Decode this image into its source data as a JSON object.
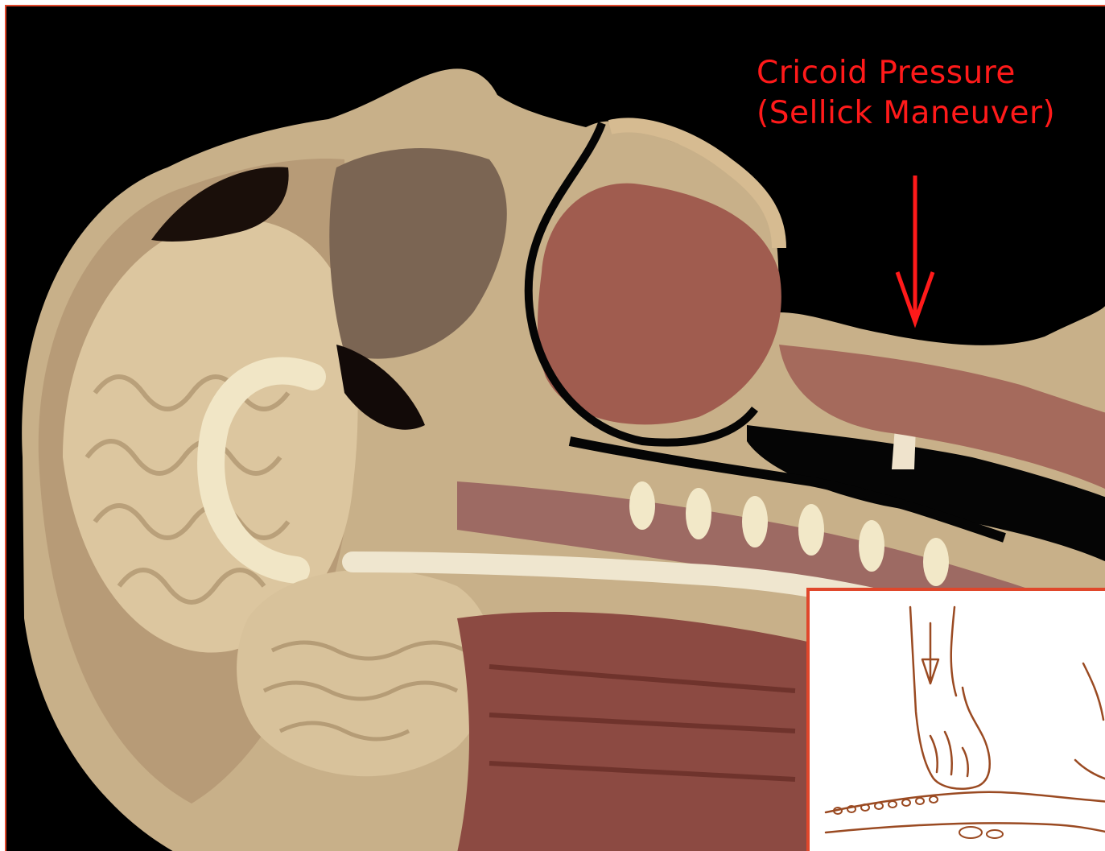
{
  "caption": {
    "line1": "Cricoid Pressure",
    "line2": "(Sellick  Maneuver)"
  },
  "image": {
    "subject": "sagittal-head-neck-section",
    "inset": "hand-applying-cricoid-pressure-drawing"
  },
  "colors": {
    "background": "#000000",
    "frame": "#e0472b",
    "caption": "#ff1a1a",
    "brain": "#d9c29a",
    "muscle": "#9c5a55",
    "ink": "#9a4a22"
  }
}
